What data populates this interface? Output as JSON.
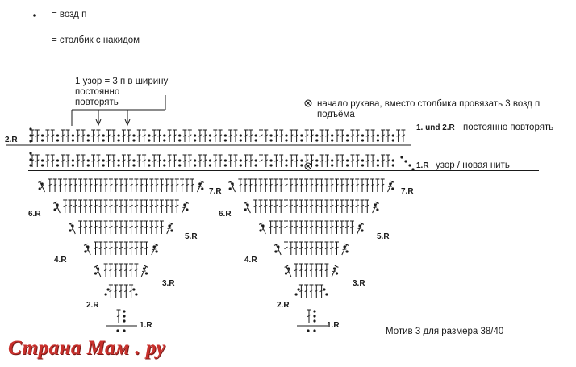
{
  "legend": {
    "chain_symbol": "•",
    "chain_text": "= возд п",
    "dc_text": "= столбик с накидом"
  },
  "annotations": {
    "pattern_repeat": [
      "1 узор = 3 п в ширину",
      "постоянно",
      "повторять"
    ],
    "sleeve_start": [
      "начало рукава, вместо столбика провязать 3 возд п",
      "подъёма"
    ],
    "rows_1_2": "1. und 2.R",
    "rows_1_2_text": "постоянно повторять",
    "row_1": "1.R",
    "row_1_text": "узор / новая нить",
    "row_2_left": "2.R",
    "motif_caption": "Мотив 3 для размера 38/40"
  },
  "wedge_rows": {
    "r1": "1.R",
    "r2": "2.R",
    "r3": "3.R",
    "r4": "4.R",
    "r5": "5.R",
    "r6": "6.R",
    "r7": "7.R"
  },
  "watermark": "Страна Мам . ру",
  "colors": {
    "ink": "#1a1a1a",
    "watermark": "#c9302c"
  }
}
